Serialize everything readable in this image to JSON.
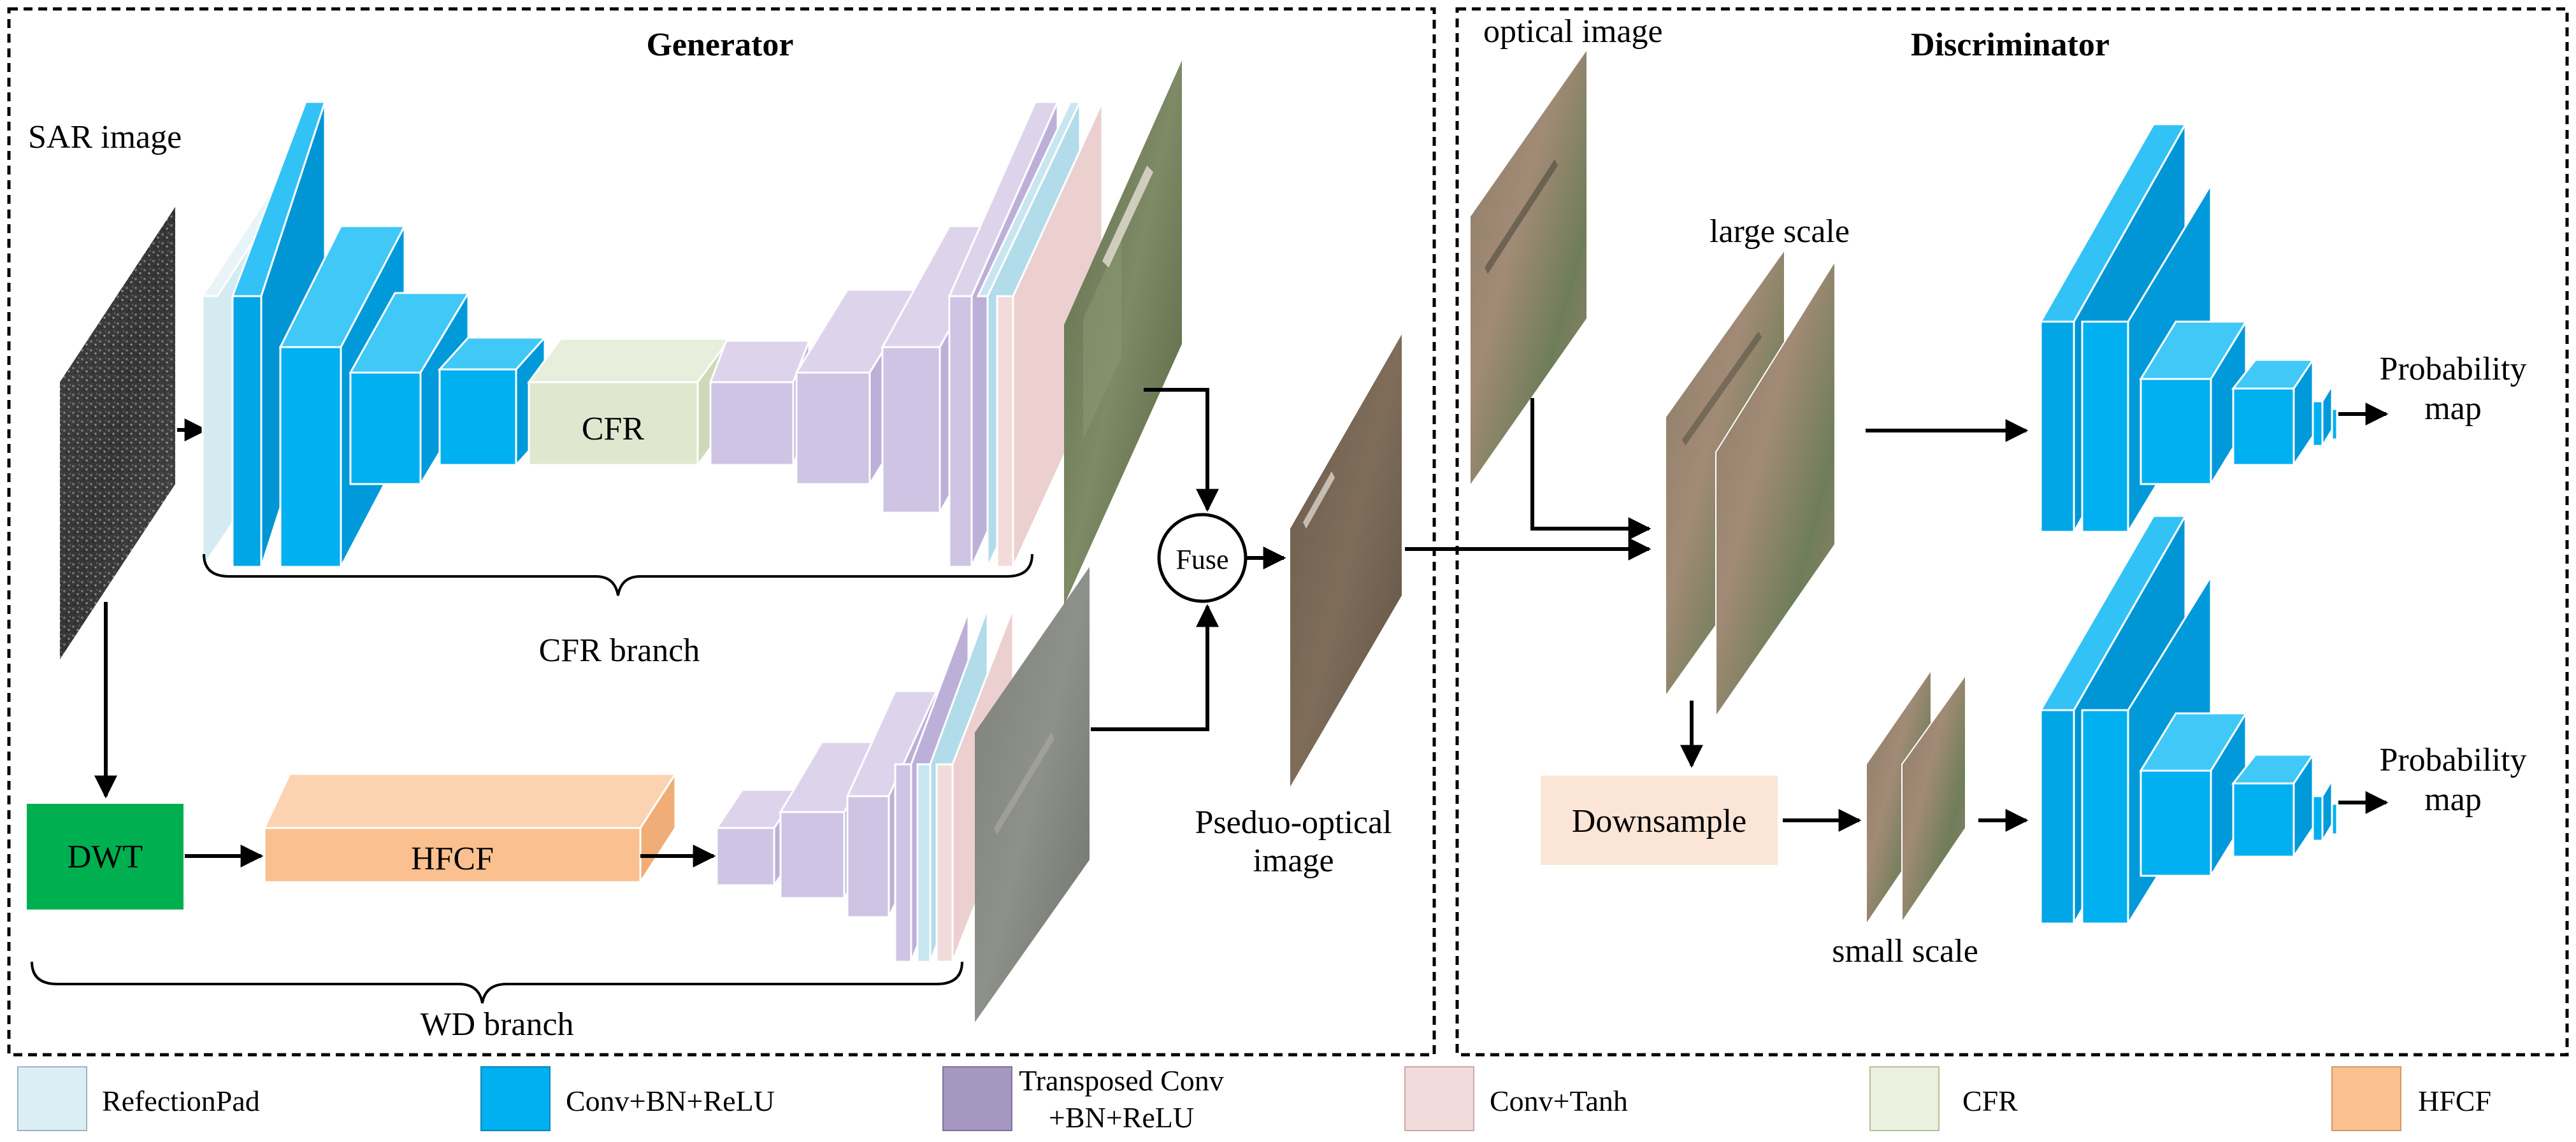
{
  "generator": {
    "title": "Generator",
    "sar_label": "SAR image",
    "cfr_block": "CFR",
    "cfr_branch": "CFR branch",
    "dwt_block": "DWT",
    "hfcf_block": "HFCF",
    "wd_branch": "WD branch",
    "fuse": "Fuse",
    "pseudo_label_line1": "Pseduo-optical",
    "pseudo_label_line2": "image"
  },
  "discriminator": {
    "title": "Discriminator",
    "optical_label": "optical image",
    "large_scale": "large scale",
    "small_scale": "small scale",
    "downsample": "Downsample",
    "prob_map_top_line1": "Probability",
    "prob_map_top_line2": "map",
    "prob_map_bottom_line1": "Probability",
    "prob_map_bottom_line2": "map"
  },
  "legend": [
    {
      "label": "RefectionPad",
      "color": "#dbeef4"
    },
    {
      "label": "Conv+BN+ReLU",
      "color": "#00b0f0"
    },
    {
      "label_line1": "Transposed Conv",
      "label_line2": "+BN+ReLU",
      "color": "#a697c0"
    },
    {
      "label": "Conv+Tanh",
      "color": "#f2dcdb"
    },
    {
      "label": "CFR",
      "color": "#ebf1de"
    },
    {
      "label": "HFCF",
      "color": "#fac090"
    }
  ],
  "colors": {
    "refpad": "#dbeef4",
    "conv": "#00b0f0",
    "transconv": "#cfc4e4",
    "tanh": "#f2dcdb",
    "cfr": "#dfe8cf",
    "hfcf": "#fac090",
    "dwt": "#00b050",
    "downsample": "#fbe5d6"
  }
}
